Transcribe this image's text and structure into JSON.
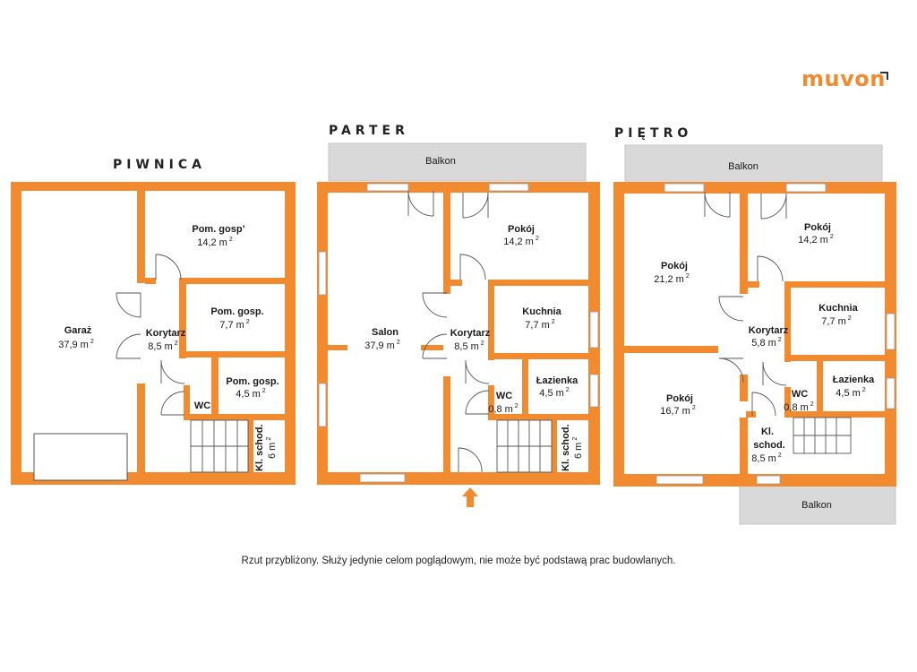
{
  "brand": {
    "name": "muvon"
  },
  "colors": {
    "wall": "#f28a30",
    "balcony": "#d9d9d9",
    "balcony_border": "#c4c4c4",
    "text": "#1a1a1a",
    "window": "#ffffff"
  },
  "floors": {
    "basement": {
      "title": "PIWNICA",
      "rooms": {
        "garage": {
          "name": "Garaż",
          "area": "37,9 m",
          "sup": "2"
        },
        "storage1": {
          "name": "Pom. gosp’",
          "area": "14,2 m",
          "sup": "2"
        },
        "storage2": {
          "name": "Pom. gosp.",
          "area": "7,7 m",
          "sup": "2"
        },
        "corridor": {
          "name": "Korytarz",
          "area": "8,5 m",
          "sup": "2"
        },
        "storage3": {
          "name": "Pom. gosp.",
          "area": "4,5 m",
          "sup": "2"
        },
        "wc": {
          "name": "WC"
        },
        "stairs": {
          "name": "Kl. schod.",
          "area": "6 m",
          "sup": "2"
        }
      }
    },
    "ground": {
      "title": "PARTER",
      "balcony": "Balkon",
      "rooms": {
        "living": {
          "name": "Salon",
          "area": "37,9 m",
          "sup": "2"
        },
        "room": {
          "name": "Pokój",
          "area": "14,2 m",
          "sup": "2"
        },
        "kitchen": {
          "name": "Kuchnia",
          "area": "7,7 m",
          "sup": "2"
        },
        "corridor": {
          "name": "Korytarz",
          "area": "8,5 m",
          "sup": "2"
        },
        "bathroom": {
          "name": "Łazienka",
          "area": "4,5 m",
          "sup": "2"
        },
        "wc": {
          "name": "WC",
          "area": "0,8 m",
          "sup": "2"
        },
        "stairs": {
          "name": "Kl. schod.",
          "area": "6 m",
          "sup": "2"
        }
      }
    },
    "upper": {
      "title": "PIĘTRO",
      "balcony_top": "Balkon",
      "balcony_bottom": "Balkon",
      "rooms": {
        "room1": {
          "name": "Pokój",
          "area": "21,2 m",
          "sup": "2"
        },
        "room2": {
          "name": "Pokój",
          "area": "14,2 m",
          "sup": "2"
        },
        "kitchen": {
          "name": "Kuchnia",
          "area": "7,7 m",
          "sup": "2"
        },
        "corridor": {
          "name": "Korytarz",
          "area": "5,8 m",
          "sup": "2"
        },
        "bathroom": {
          "name": "Łazienka",
          "area": "4,5 m",
          "sup": "2"
        },
        "wc": {
          "name": "WC",
          "area": "0,8 m",
          "sup": "2"
        },
        "room3": {
          "name": "Pokój",
          "area": "16,7 m",
          "sup": "2"
        },
        "stairs_name1": "Kl.",
        "stairs_name2": "schod.",
        "stairs_area": "8,5 m",
        "stairs_sup": "2"
      }
    }
  },
  "footer": "Rzut przybliżony. Służy jedynie celom poglądowym, nie może być podstawą prac budowlanych."
}
